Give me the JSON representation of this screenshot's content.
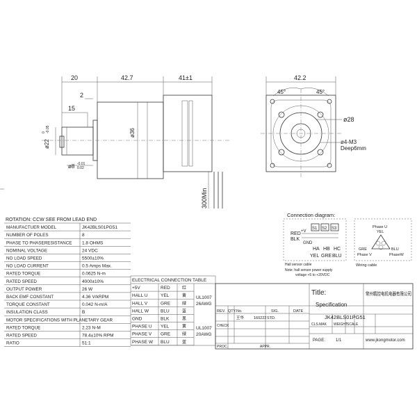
{
  "dimensions": {
    "d20": "20",
    "d42_7": "42.7",
    "d41": "41±1",
    "d2": "2",
    "d15": "15",
    "d22": "ø22",
    "d22_tol": "0",
    "d22_tol2": "-0.05",
    "d36": "ø36",
    "d8": "ø8",
    "d8_tol": "-0.01",
    "d8_tol2": "0.02",
    "d300": "300Min",
    "d42_2": "42.2",
    "d45a": "45°",
    "d45b": "45°",
    "d28": "ø28",
    "d4m3": "ø4-M3",
    "deep": "Deep6mm"
  },
  "spec_table": {
    "header": "ROTATION: CCW SEE FROM LEAD END",
    "rows": [
      {
        "label": "MANUFACTUER MODEL",
        "value": "JK42BLS01PG51"
      },
      {
        "label": "NUMBER OF POLES",
        "value": "8"
      },
      {
        "label": "PHASE TO PHASERESISTANCE",
        "value": "1.8 OHMS"
      },
      {
        "label": "NOMINAL VOLTAGE",
        "value": "24 VDC"
      },
      {
        "label": "NO LOAD SPEED",
        "value": "5500±10%"
      },
      {
        "label": "NO LOAD CURRENT",
        "value": "0.5 Amps Max."
      },
      {
        "label": "RATED TORQUE",
        "value": "0.0625 N-m"
      },
      {
        "label": "RATED SPEED",
        "value": "4000±10%"
      },
      {
        "label": "OUTPUT POWER",
        "value": "26 W"
      },
      {
        "label": "BACK EMF CONSTANT",
        "value": "4.36 V/kRPM"
      },
      {
        "label": "TORQUE CONSTANT",
        "value": "0.042 N-m/A"
      },
      {
        "label": "INSULATION CLASS",
        "value": "B"
      },
      {
        "label": "MOTOR SPECIFICATIONS WITH PLANETARY GEAR",
        "value": ""
      },
      {
        "label": "RATED TORQUE",
        "value": "2.23 N-M"
      },
      {
        "label": "RATED SPEED",
        "value": "78.4±10% RPM"
      },
      {
        "label": "RATIO",
        "value": "51:1"
      }
    ]
  },
  "elec_table": {
    "header": "ELECTRICAL CONNECTION TABLE",
    "rows": [
      {
        "pin": "+5V",
        "color": "RED",
        "cn": "红"
      },
      {
        "pin": "HALL U",
        "color": "YEL",
        "cn": "黄"
      },
      {
        "pin": "HALL V",
        "color": "GRE",
        "cn": "绿"
      },
      {
        "pin": "HALL W",
        "color": "BLU",
        "cn": "蓝"
      },
      {
        "pin": "GND",
        "color": "BLK",
        "cn": "黑"
      },
      {
        "pin": "PHASE U",
        "color": "YEL",
        "cn": "黄"
      },
      {
        "pin": "PHASE V",
        "color": "GRE",
        "cn": "绿"
      },
      {
        "pin": "PHASE W",
        "color": "BLU",
        "cn": "蓝"
      }
    ],
    "cable1": [
      "UL1007",
      "26AWG"
    ],
    "cable2": [
      "UL1007",
      "20AWG"
    ]
  },
  "connection": {
    "title": "Connection diagram:",
    "s1": "S1",
    "s2": "S2",
    "s3": "S3",
    "red": "RED",
    "blk": "BLK",
    "plus": "+V",
    "gnd": "GND",
    "ha": "HA",
    "hb": "HB",
    "hc": "HC",
    "yel": "YEL",
    "gre": "GRE",
    "blu": "BLU",
    "note1": "Hall sensor cable",
    "note2": "Note: hall sensor power supply",
    "note3": "voltage +5 to +20VDC",
    "phase_u": "Phase U",
    "phase_u_c": "YEL",
    "gre_w": "GRE",
    "phase_v": "Phase V",
    "blu_w": "BLU",
    "phase_w": "PhaseW",
    "wiring": "Wiring cable"
  },
  "title_block": {
    "title_label": "Title:",
    "company": "常州精控电机电器有限公司",
    "spec": "Specification",
    "rev": "REV.",
    "qty": "QTY.",
    "no": "No.",
    "sig": "SIG.",
    "date": "DATE",
    "check": "CHECK",
    "drawn_val": "王华",
    "num_val": "160222",
    "std": "STD.",
    "model": "JK42BLS01PG51",
    "cls": "CLS.MAK",
    "weight": "WEIGHT",
    "scale": "SCALE",
    "page_label": "PAGE:",
    "page_val": "1/1",
    "proc": "PROC.",
    "appr": "APPR.",
    "web": "www.jkongmotor.com"
  }
}
